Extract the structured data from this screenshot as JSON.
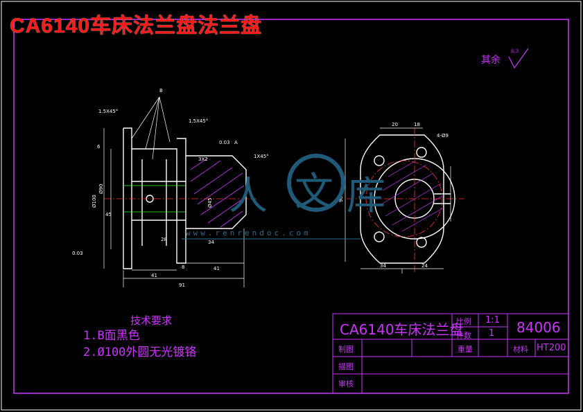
{
  "title": "CA6140车床法兰盘法兰盘",
  "roughness_note": "其余",
  "roughness_value": "6.3",
  "tech_requirements": {
    "heading": "技术要求",
    "items": [
      "1.B面黑色",
      "2.Ø100外圆无光镀铬"
    ]
  },
  "title_block": {
    "part_name": "CA6140车床法兰盘",
    "scale_label": "比例",
    "scale_value": "1:1",
    "qty_label": "件数",
    "qty_value": "1",
    "drawing_no": "84006",
    "designer_label": "制图",
    "weight_label": "重量",
    "material_label": "材料",
    "material_value": "HT200",
    "drafter_label": "描图",
    "checker_label": "审核"
  },
  "watermark": {
    "chars": [
      "人",
      "文",
      "库"
    ],
    "url": "www.renrendoc.com"
  },
  "dimensions": {
    "chamfer_left": "1.5X45°",
    "chamfer_mid": "1.5X45°",
    "chamfer_right": "1X45°",
    "label_b": "B",
    "d91": "91",
    "d41_a": "41",
    "d41_b": "41",
    "d34": "34",
    "d28": "28",
    "d8": "8",
    "d6": "6",
    "d3x2": "3X2",
    "d45": "45",
    "phi100": "Ø100",
    "phi90": "Ø90",
    "phi45": "Ø45",
    "tol1": "0.03",
    "tol2": "0.03",
    "datum_a": "A",
    "top_20": "20",
    "top_18": "18",
    "holes": "4-Ø9",
    "d34_r": "34",
    "d24_r": "24",
    "d90_r": "90"
  }
}
